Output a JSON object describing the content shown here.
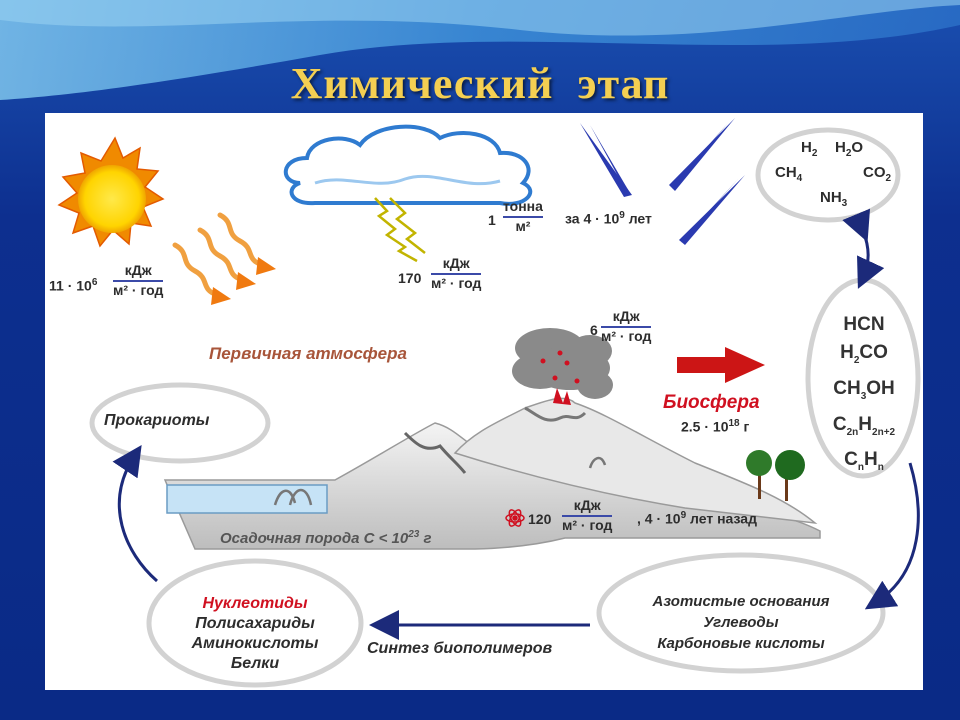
{
  "title": "Химический этап",
  "gases": {
    "h2": "H",
    "h2o": "H",
    "ch4": "CH",
    "co2": "CO",
    "nh3": "NH",
    "h2_sub": "2",
    "h2o_sub": "2",
    "h2o_tail": "O",
    "ch4_sub": "4",
    "co2_sub": "2",
    "nh3_sub": "3"
  },
  "sun_energy": {
    "coef": "11 · 10",
    "exp": "6",
    "num": "кДж",
    "den": "м² · год"
  },
  "lightning_energy": {
    "coef": "170",
    "num": "кДж",
    "den": "м² · год"
  },
  "meteor_flux": {
    "coef": "1",
    "num": "тонна",
    "den": "м²",
    "period": "за 4 · 10",
    "period_exp": "9",
    "period_tail": " лет"
  },
  "volcano_energy": {
    "coef": "6",
    "num": "кДж",
    "den": "м² · год"
  },
  "radio_energy": {
    "coef": "120",
    "num": "кДж",
    "den": "м² · год",
    "tail": ", 4 · 10",
    "tail_exp": "9",
    "tail_end": " лет назад"
  },
  "primary_atmosphere": "Первичная атмосфера",
  "biosphere": {
    "label": "Биосфера",
    "mass": "2.5 · 10",
    "mass_exp": "18",
    "mass_unit": " г"
  },
  "sediment": {
    "label": "Осадочная порода С < 10",
    "exp": "23",
    "unit": " г"
  },
  "organics": [
    "HCN",
    "H",
    "CH",
    "C",
    "C"
  ],
  "organics_parts": {
    "h2co_sub": "2",
    "h2co_tail": "CO",
    "ch3oh_sub": "3",
    "ch3oh_tail": "OH",
    "c2n_sub": "2n",
    "c2n_mid": "H",
    "c2n_sub2": "2n+2",
    "cnhn_sub": "n",
    "cnhn_mid": "H",
    "cnhn_sub2": "n"
  },
  "prokaryotes": "Прокариоты",
  "biopolymers": [
    "Нуклеотиды",
    "Полисахариды",
    "Аминокислоты",
    "Белки"
  ],
  "monomers": [
    "Азотистые основания",
    "Углеводы",
    "Карбоновые кислоты"
  ],
  "synthesis": "Синтез биополимеров",
  "colors": {
    "title": "#f4cf52",
    "background": "#0d2f8f",
    "arrow": "#1c2a7a",
    "red_text": "#d01020",
    "brown_text": "#a8553a"
  }
}
